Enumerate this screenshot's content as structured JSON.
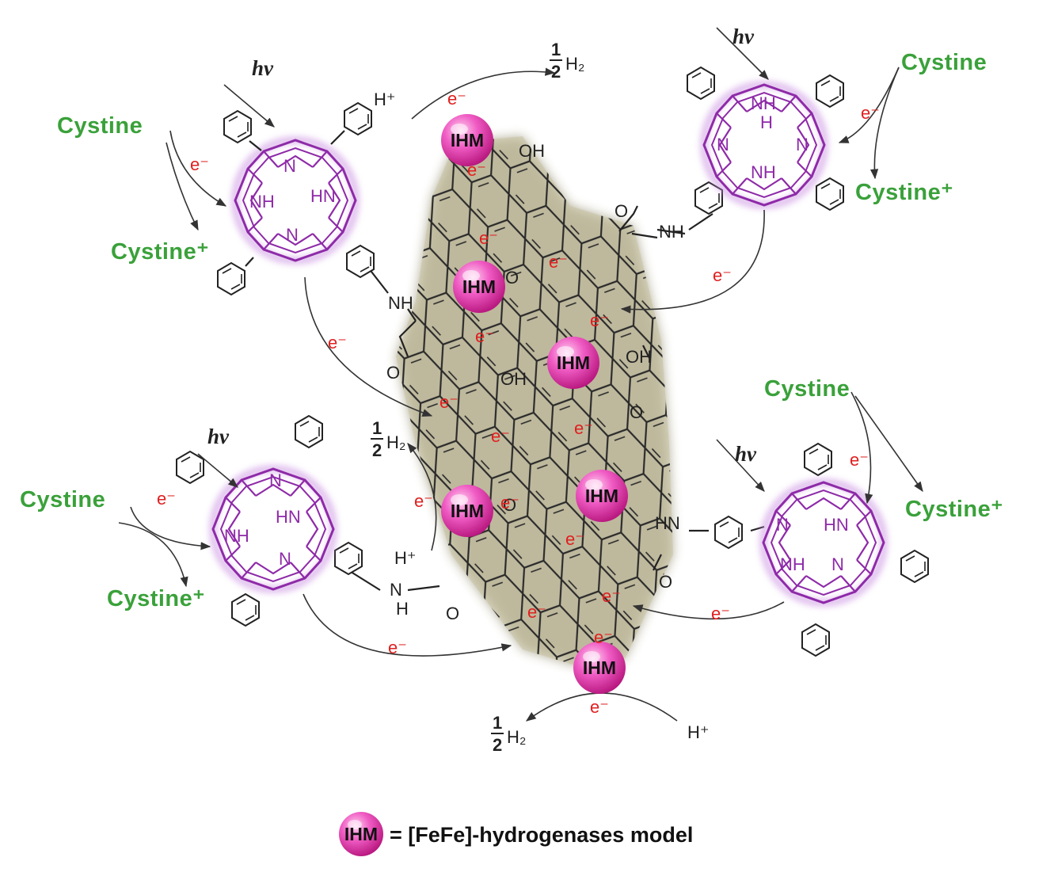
{
  "labels": {
    "cystine": "Cystine",
    "cystine_plus": "Cystine⁺",
    "hv": "hv",
    "electron": "e⁻",
    "proton": "H⁺",
    "half": "1",
    "half_den": "2",
    "h2": "H₂",
    "nh": "NH",
    "hn": "HN",
    "n": "N",
    "h": "H",
    "oh": "OH",
    "o": "O",
    "ihm": "IHM"
  },
  "legend": {
    "badge": "IHM",
    "text": "= [FeFe]-hydrogenases model"
  },
  "colors": {
    "cystine": "#3aa13a",
    "electron": "#e02020",
    "porphyrin": "#8e2aa8",
    "ihm_sphere": "#e040b0",
    "graphene_glow": "#8a8460"
  }
}
